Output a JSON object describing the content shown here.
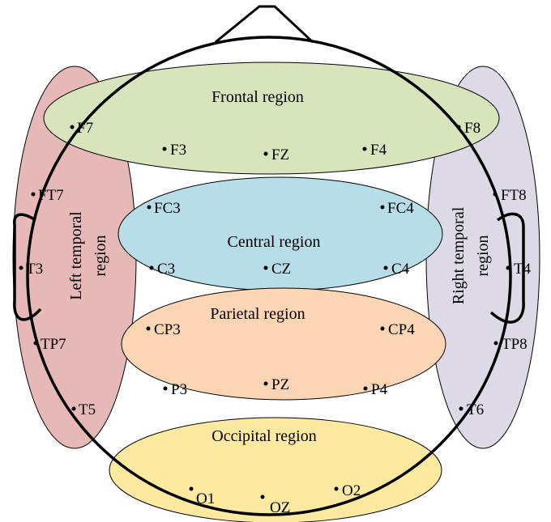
{
  "colors": {
    "frontal": "#d8e4bc",
    "central": "#b7dee8",
    "parietal": "#fcd5b5",
    "occipital": "#fde9a0",
    "left_temporal": "#e6b9b8",
    "right_temporal": "#ddd9e6",
    "outline": "#000000"
  },
  "regions": {
    "frontal": "Frontal region",
    "central": "Central region",
    "parietal": "Parietal region",
    "occipital": "Occipital region",
    "left_temporal_line1": "Left temporal",
    "left_temporal_line2": "region",
    "right_temporal_line1": "Right temporal",
    "right_temporal_line2": "region"
  },
  "electrodes": {
    "F7": "F7",
    "F3": "F3",
    "FZ": "FZ",
    "F4": "F4",
    "F8": "F8",
    "FT7": "FT7",
    "FC3": "FC3",
    "FC4": "FC4",
    "FT8": "FT8",
    "T3": "T3",
    "C3": "C3",
    "CZ": "CZ",
    "C4": "C4",
    "T4": "T4",
    "TP7": "TP7",
    "CP3": "CP3",
    "CP4": "CP4",
    "TP8": "TP8",
    "T5": "T5",
    "P3": "P3",
    "PZ": "PZ",
    "P4": "P4",
    "T6": "T6",
    "O1": "O1",
    "OZ": "OZ",
    "O2": "O2"
  }
}
